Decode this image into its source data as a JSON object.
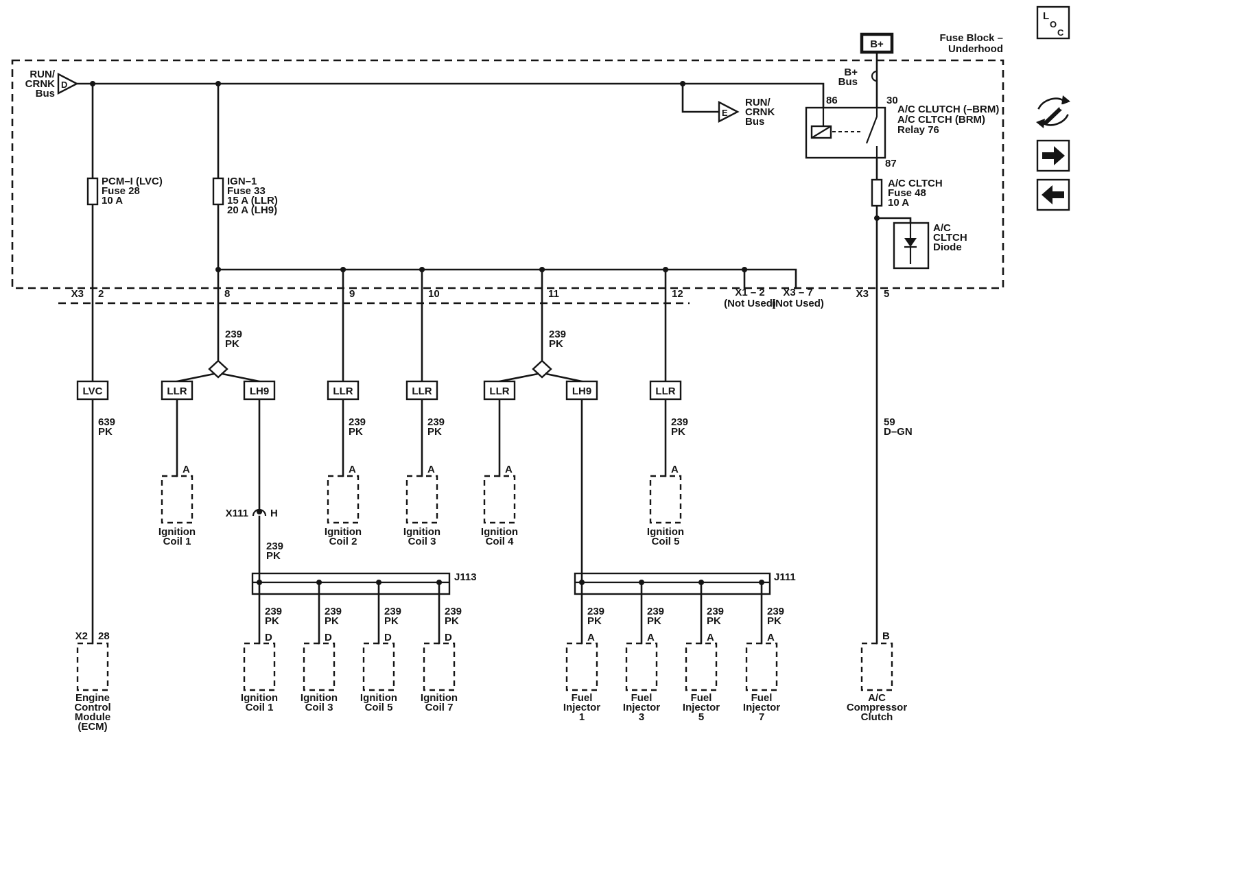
{
  "colors": {
    "ink": "#151515",
    "background": "#ffffff"
  },
  "header": {
    "fuse_block_title": [
      "Fuse Block –",
      "Underhood"
    ]
  },
  "markers": {
    "d_letter": "D",
    "d_label": [
      "RUN/",
      "CRNK",
      "Bus"
    ],
    "e_letter": "E",
    "e_label": [
      "RUN/",
      "CRNK",
      "Bus"
    ],
    "bplus": "B+",
    "bplus_bus": [
      "B+",
      "Bus"
    ]
  },
  "fuses": {
    "pcm": [
      "PCM–I (LVC)",
      "Fuse 28",
      "10 A"
    ],
    "ign1": [
      "IGN–1",
      "Fuse 33",
      "15 A (LLR)",
      "20 A (LH9)"
    ],
    "ac": [
      "A/C CLTCH",
      "Fuse 48",
      "10 A"
    ]
  },
  "relay": {
    "t86": "86",
    "t30": "30",
    "t87": "87",
    "label": [
      "A/C CLUTCH (–BRM)",
      "A/C CLTCH (BRM)",
      "Relay 76"
    ]
  },
  "diode": {
    "label": [
      "A/C",
      "CLTCH",
      "Diode"
    ]
  },
  "connector": {
    "x3_left": "X3",
    "pin2": "2",
    "pin8": "8",
    "pin9": "9",
    "pin10": "10",
    "pin11": "11",
    "pin12": "12",
    "not_used_1": [
      "X1 – 2",
      "(Not Used)"
    ],
    "not_used_2": [
      "X3 – 7",
      "(Not Used)"
    ],
    "x3_right": "X3",
    "pin5": "5"
  },
  "nets": {
    "lvc": "LVC",
    "llr": "LLR",
    "lh9": "LH9"
  },
  "wire_labels": {
    "w639": [
      "639",
      "PK"
    ],
    "w239": [
      "239",
      "PK"
    ],
    "w59": [
      "59",
      "D–GN"
    ]
  },
  "inline": {
    "x111": "X111",
    "x111_pin": "H",
    "j113": "J113",
    "j111": "J111"
  },
  "pins": {
    "a": "A",
    "b": "B",
    "d": "D",
    "x2": "X2",
    "p28": "28"
  },
  "components": {
    "ecm": [
      "Engine",
      "Control",
      "Module",
      "(ECM)"
    ],
    "coil1": [
      "Ignition",
      "Coil 1"
    ],
    "coil2": [
      "Ignition",
      "Coil 2"
    ],
    "coil3": [
      "Ignition",
      "Coil 3"
    ],
    "coil4": [
      "Ignition",
      "Coil 4"
    ],
    "coil5": [
      "Ignition",
      "Coil 5"
    ],
    "coil7": [
      "Ignition",
      "Coil 7"
    ],
    "inj1": [
      "Fuel",
      "Injector",
      "1"
    ],
    "inj3": [
      "Fuel",
      "Injector",
      "3"
    ],
    "inj5": [
      "Fuel",
      "Injector",
      "5"
    ],
    "inj7": [
      "Fuel",
      "Injector",
      "7"
    ],
    "ac_clutch": [
      "A/C",
      "Compressor",
      "Clutch"
    ]
  },
  "toolbar": {
    "loc": [
      "L",
      "O",
      "C"
    ]
  }
}
